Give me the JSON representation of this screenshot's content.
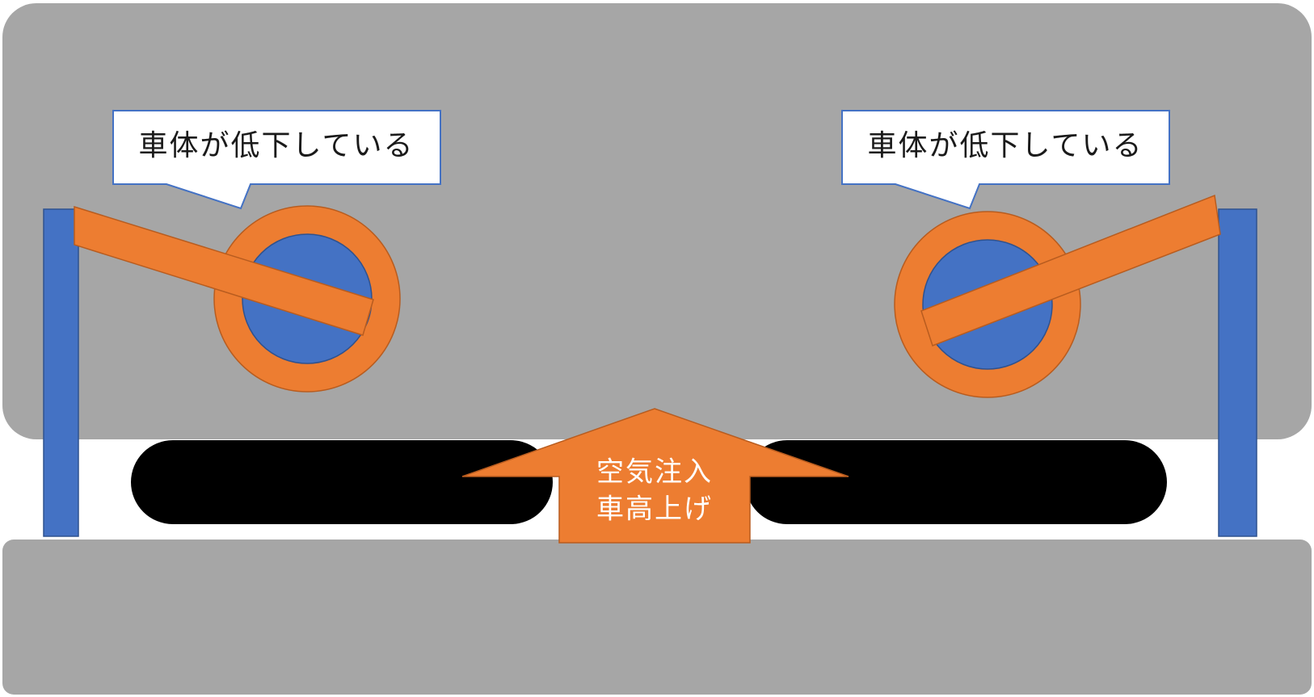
{
  "callouts": {
    "left": {
      "text": "車体が低下している"
    },
    "right": {
      "text": "車体が低下している"
    }
  },
  "arrow": {
    "line1": "空気注入",
    "line2": "車高上げ"
  },
  "colors": {
    "body_gray": "#a6a6a6",
    "post_blue": "#4472c4",
    "post_border": "#2f528f",
    "arm_orange": "#ed7d31",
    "arm_border": "#b85c1f",
    "bag_black": "#000000",
    "callout_fill": "#ffffff",
    "callout_border": "#4472c4"
  }
}
